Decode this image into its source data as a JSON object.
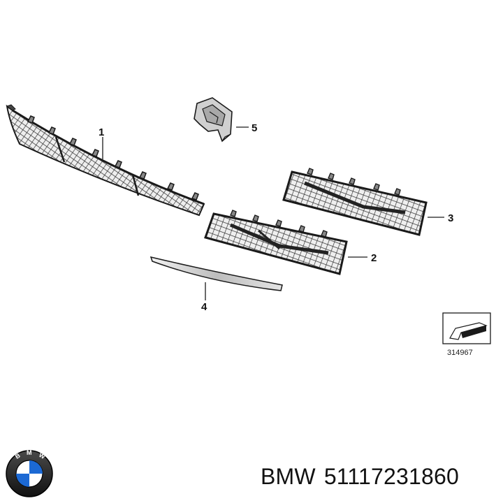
{
  "callouts": {
    "c1": "1",
    "c2": "2",
    "c3": "3",
    "c4": "4",
    "c5": "5"
  },
  "reference_number": "314967",
  "caption": {
    "brand": "BMW",
    "part_number": "51117231860"
  },
  "logo": {
    "text": "BMW",
    "name": "bmw-roundel-logo"
  },
  "colors": {
    "line": "#1a1a1a",
    "mesh_fill": "#d6d6d6",
    "trim_fill": "#c8c8c8",
    "logo_blue": "#1c69d4"
  }
}
